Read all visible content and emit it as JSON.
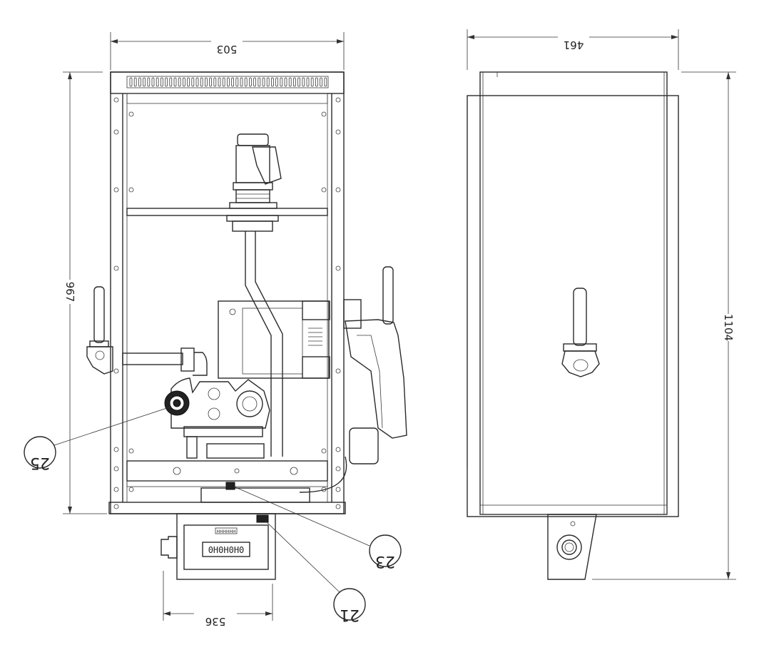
{
  "dimensions": {
    "front_width": "503",
    "front_height": "967",
    "side_depth": "461",
    "side_height": "1104",
    "meter_width": "536"
  },
  "callouts": {
    "c25": "25",
    "c23": "23",
    "c21": "21"
  },
  "meter": {
    "counter": "0H0H0H0",
    "plate": "HHHHHH"
  }
}
